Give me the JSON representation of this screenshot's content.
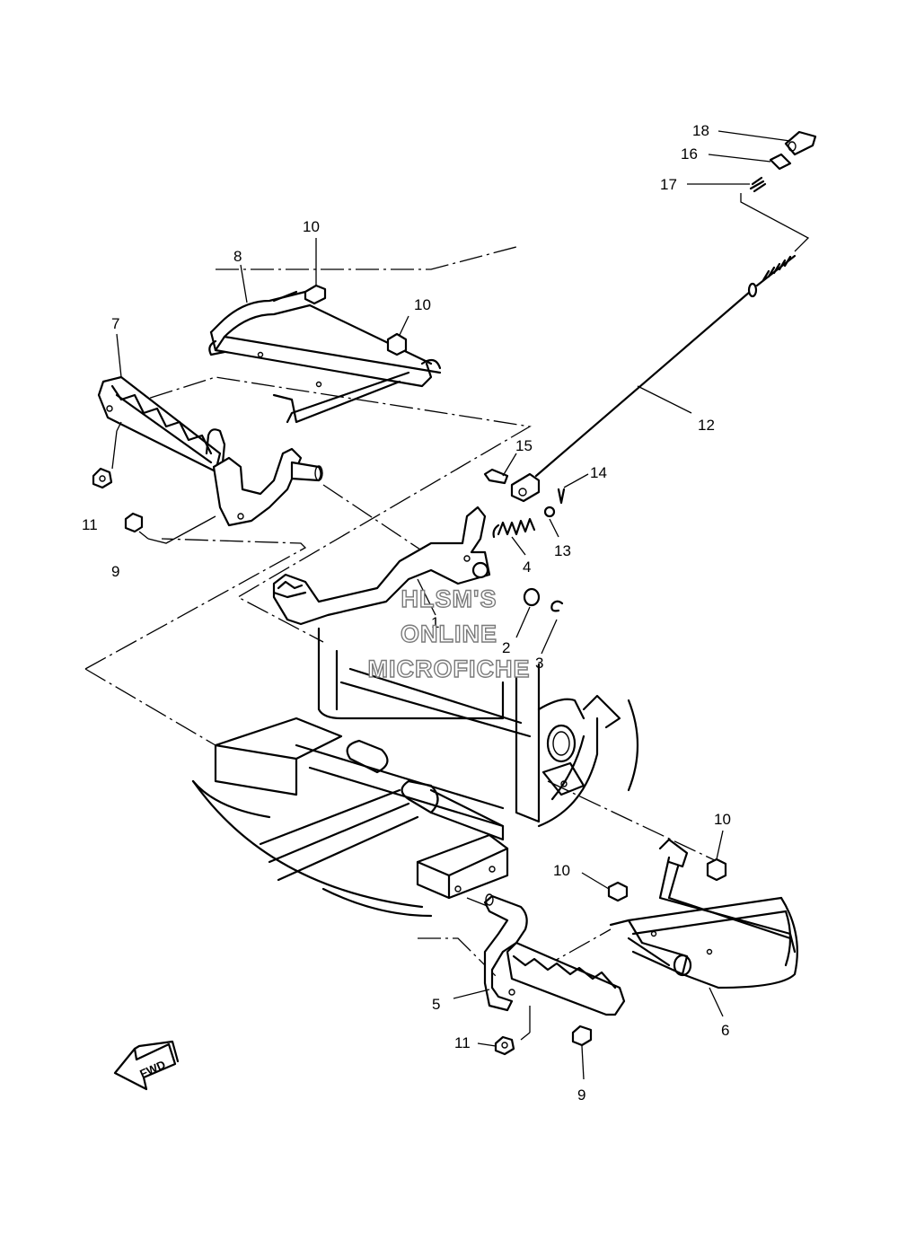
{
  "callouts": {
    "c1": "1",
    "c2": "2",
    "c3": "3",
    "c4": "4",
    "c5": "5",
    "c6": "6",
    "c7": "7",
    "c8": "8",
    "c9a": "9",
    "c9b": "9",
    "c10a": "10",
    "c10b": "10",
    "c10c": "10",
    "c10d": "10",
    "c11a": "11",
    "c11b": "11",
    "c12": "12",
    "c13": "13",
    "c14": "14",
    "c15": "15",
    "c16": "16",
    "c17": "17",
    "c18": "18"
  },
  "watermark": {
    "line1": "HLSM'S",
    "line2": "ONLINE",
    "line3": "MICROFICHE"
  },
  "fwd_arrow": {
    "label": "FWD"
  }
}
